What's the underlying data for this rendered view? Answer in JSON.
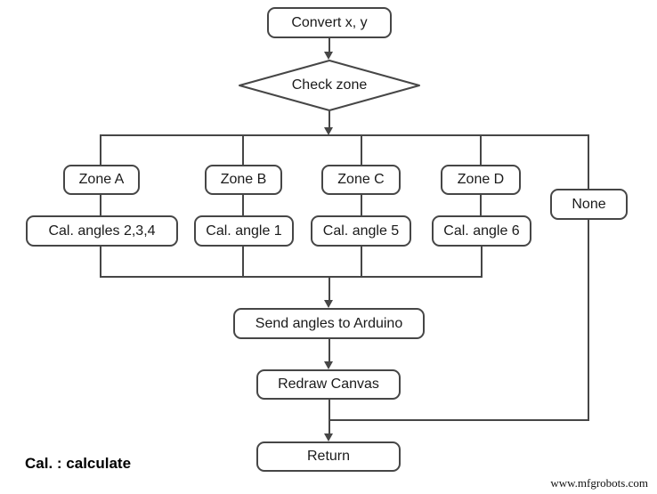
{
  "diagram": {
    "nodes": {
      "convert": "Convert x, y",
      "check_zone": "Check zone",
      "zone_a": "Zone A",
      "zone_b": "Zone B",
      "zone_c": "Zone C",
      "zone_d": "Zone D",
      "none": "None",
      "cal_angles_234": "Cal. angles 2,3,4",
      "cal_angle_1": "Cal. angle 1",
      "cal_angle_5": "Cal. angle 5",
      "cal_angle_6": "Cal. angle 6",
      "send_angles": "Send angles to Arduino",
      "redraw_canvas": "Redraw Canvas",
      "return": "Return"
    },
    "legend": "Cal. : calculate",
    "watermark": "www.mfgrobots.com",
    "colors": {
      "line": "#464646",
      "text": "#1a1a1a",
      "background": "#ffffff"
    }
  }
}
